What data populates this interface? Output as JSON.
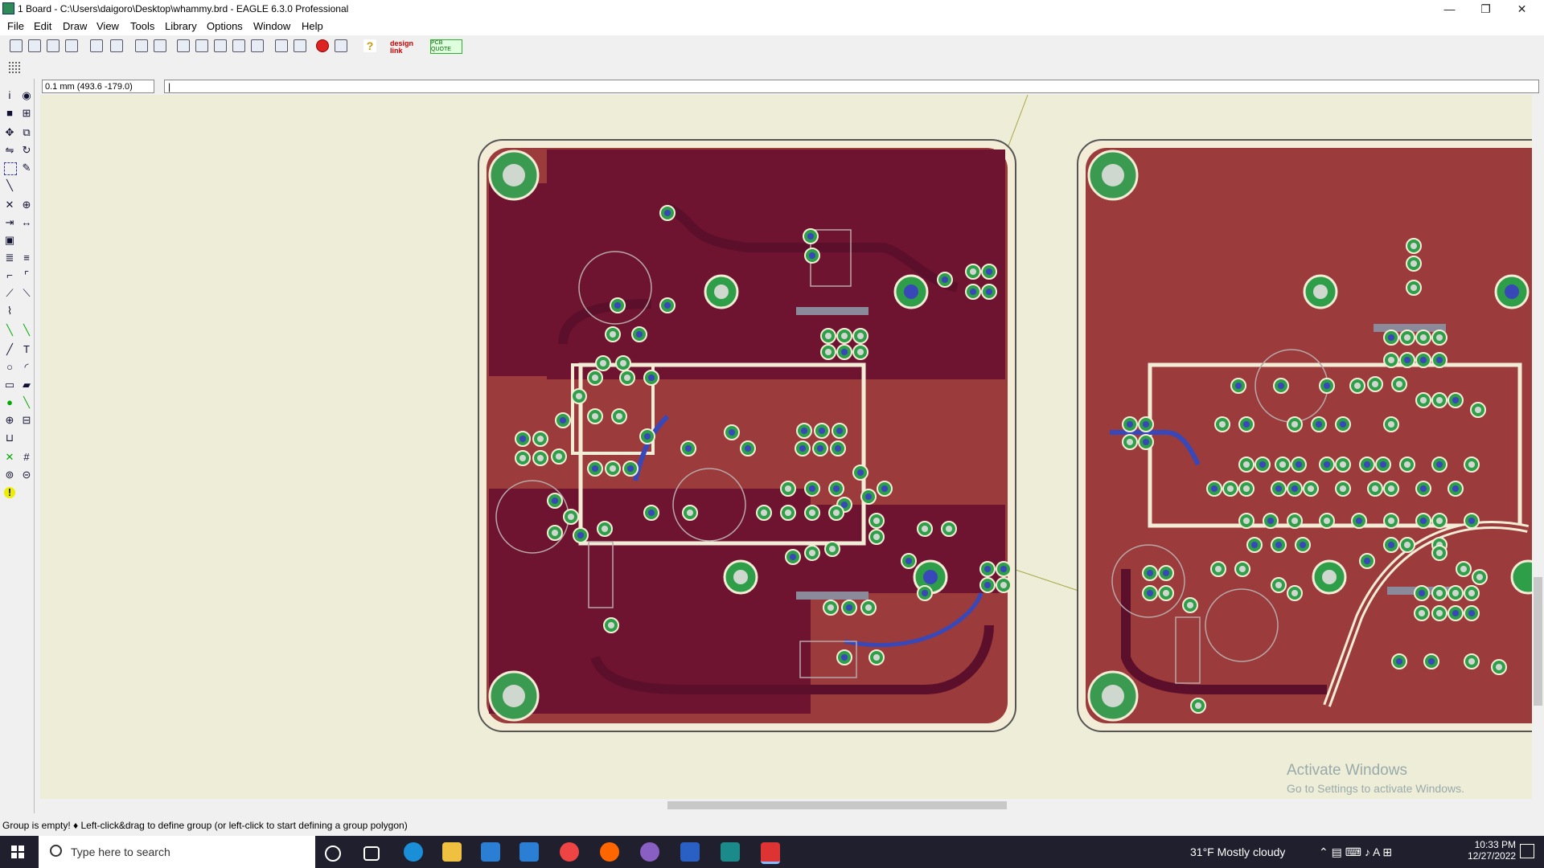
{
  "window": {
    "title": "1 Board - C:\\Users\\daigoro\\Desktop\\whammy.brd - EAGLE 6.3.0 Professional",
    "minimize": "—",
    "restore": "❐",
    "close": "✕"
  },
  "menu": [
    "File",
    "Edit",
    "Draw",
    "View",
    "Tools",
    "Library",
    "Options",
    "Window",
    "Help"
  ],
  "toolbar": {
    "designlink": "design link",
    "pcbquote": "PCB QUOTE",
    "help_glyph": "?"
  },
  "command": {
    "coordinate": "0.1  mm  (493.6 -179.0)",
    "input_value": "|"
  },
  "status": "Group is empty!  ♦ Left-click&drag to define group (or left-click to start defining a group polygon)",
  "watermark": {
    "line1": "Activate Windows",
    "line2": "Go to Settings to activate Windows."
  },
  "taskbar": {
    "search_placeholder": "Type here to search",
    "weather": "31°F  Mostly cloudy",
    "time": "10:33 PM",
    "date": "12/27/2022"
  },
  "colors": {
    "board_copper": "#9b3b3b",
    "board_dark": "#6e1430",
    "pad_green": "#2f9e49",
    "via_blue": "#3848b8",
    "trace_dark": "#5c0f2a",
    "canvas_bg": "#eeeed8"
  }
}
